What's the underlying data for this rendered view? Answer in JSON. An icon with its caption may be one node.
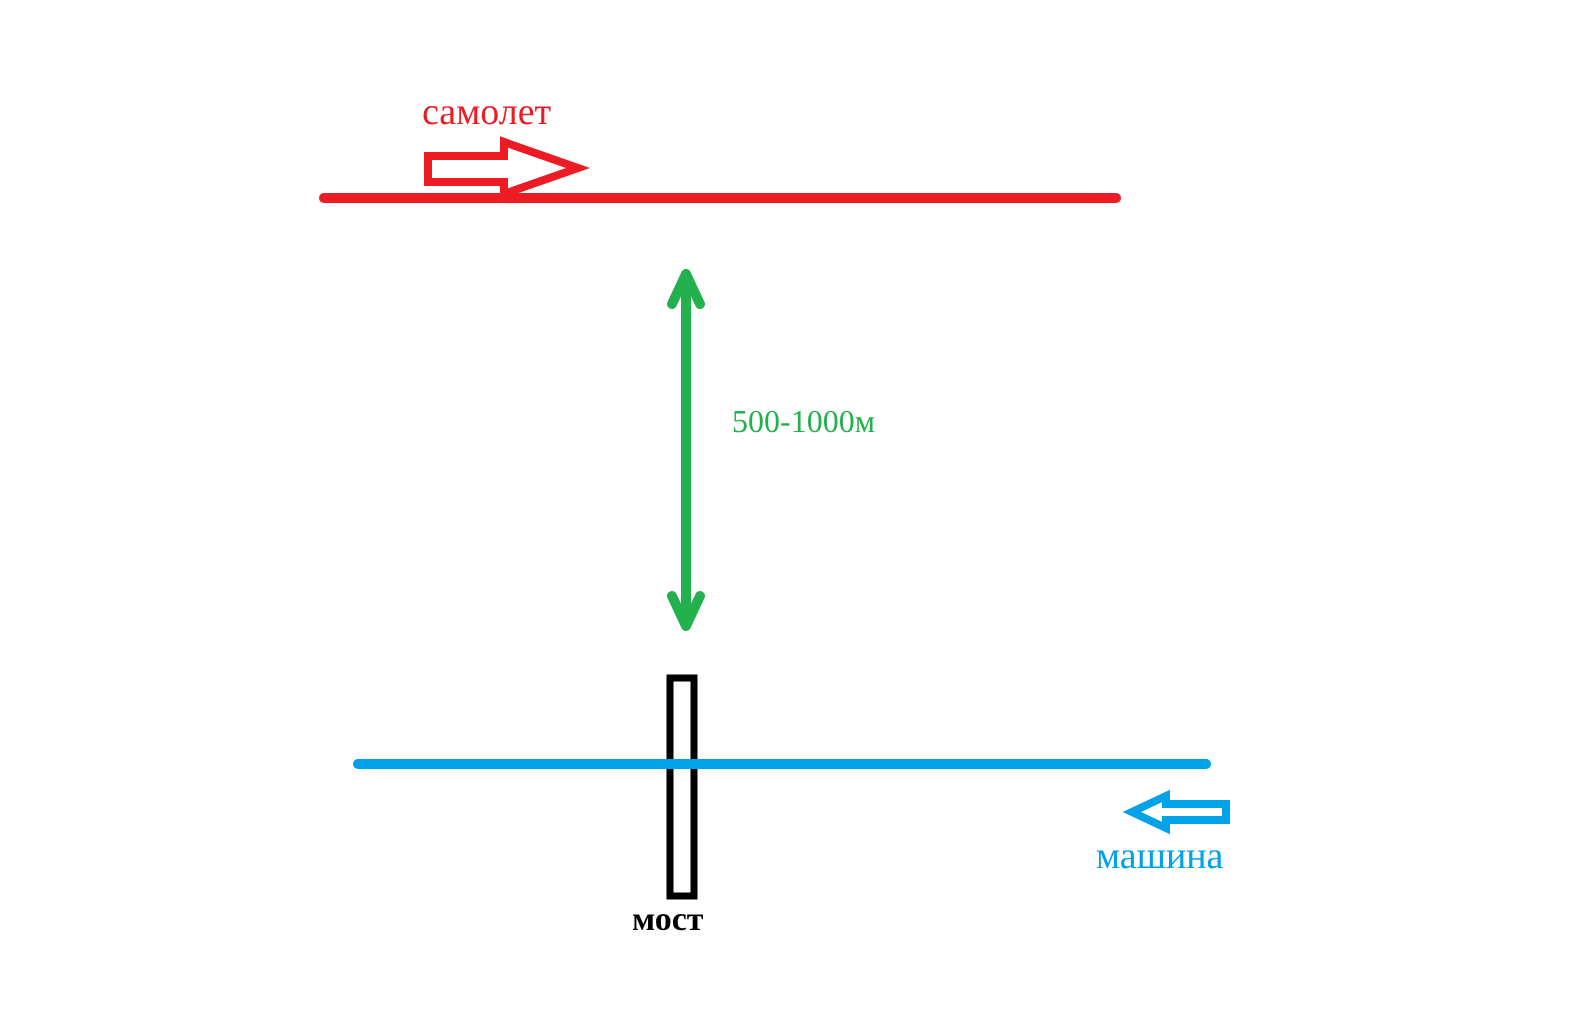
{
  "diagram": {
    "nodes": [
      {
        "text": [
          "мост"
        ]
      }
    ],
    "labels": [
      "самолет",
      "500-1000м",
      "машина"
    ]
  }
}
